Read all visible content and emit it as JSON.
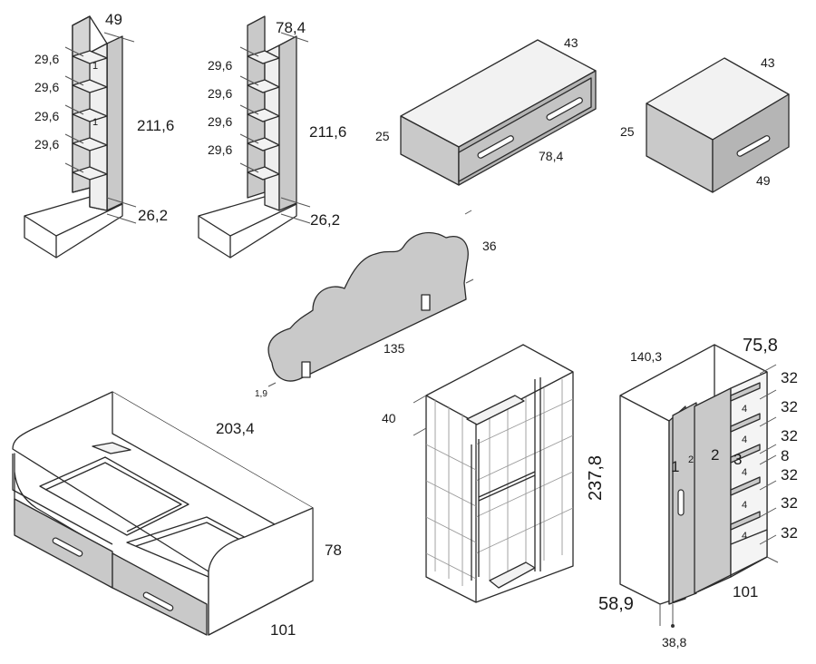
{
  "bookcase_left": {
    "width": "49",
    "height": "211,6",
    "base": "26,2",
    "shelf_spacings": [
      "29,6",
      "29,6",
      "29,6",
      "29,6"
    ],
    "markers": [
      "1",
      "1"
    ]
  },
  "bookcase_right": {
    "width": "78,4",
    "height": "211,6",
    "base": "26,2",
    "shelf_spacings": [
      "29,6",
      "29,6",
      "29,6",
      "29,6"
    ]
  },
  "drawer_wide": {
    "depth": "43",
    "height": "25",
    "width": "78,4"
  },
  "drawer_small": {
    "depth": "43",
    "height": "25",
    "width": "49"
  },
  "headboard": {
    "height": "36",
    "width": "135",
    "thickness": "1,9"
  },
  "bed": {
    "length": "203,4",
    "height": "78",
    "width": "101"
  },
  "wardrobe_open": {
    "depth": "40"
  },
  "wardrobe_corner": {
    "width": "140,3",
    "side_depth": "75,8",
    "height": "237,8",
    "door_width": "58,9",
    "door_gap": "38,8",
    "base_width": "101",
    "section_labels": [
      "1",
      "2",
      "2",
      "3"
    ],
    "shelf_spacings": [
      "32",
      "32",
      "32",
      "8",
      "32",
      "32",
      "32"
    ],
    "shelf_markers": [
      "4",
      "4",
      "4",
      "4",
      "4"
    ]
  }
}
